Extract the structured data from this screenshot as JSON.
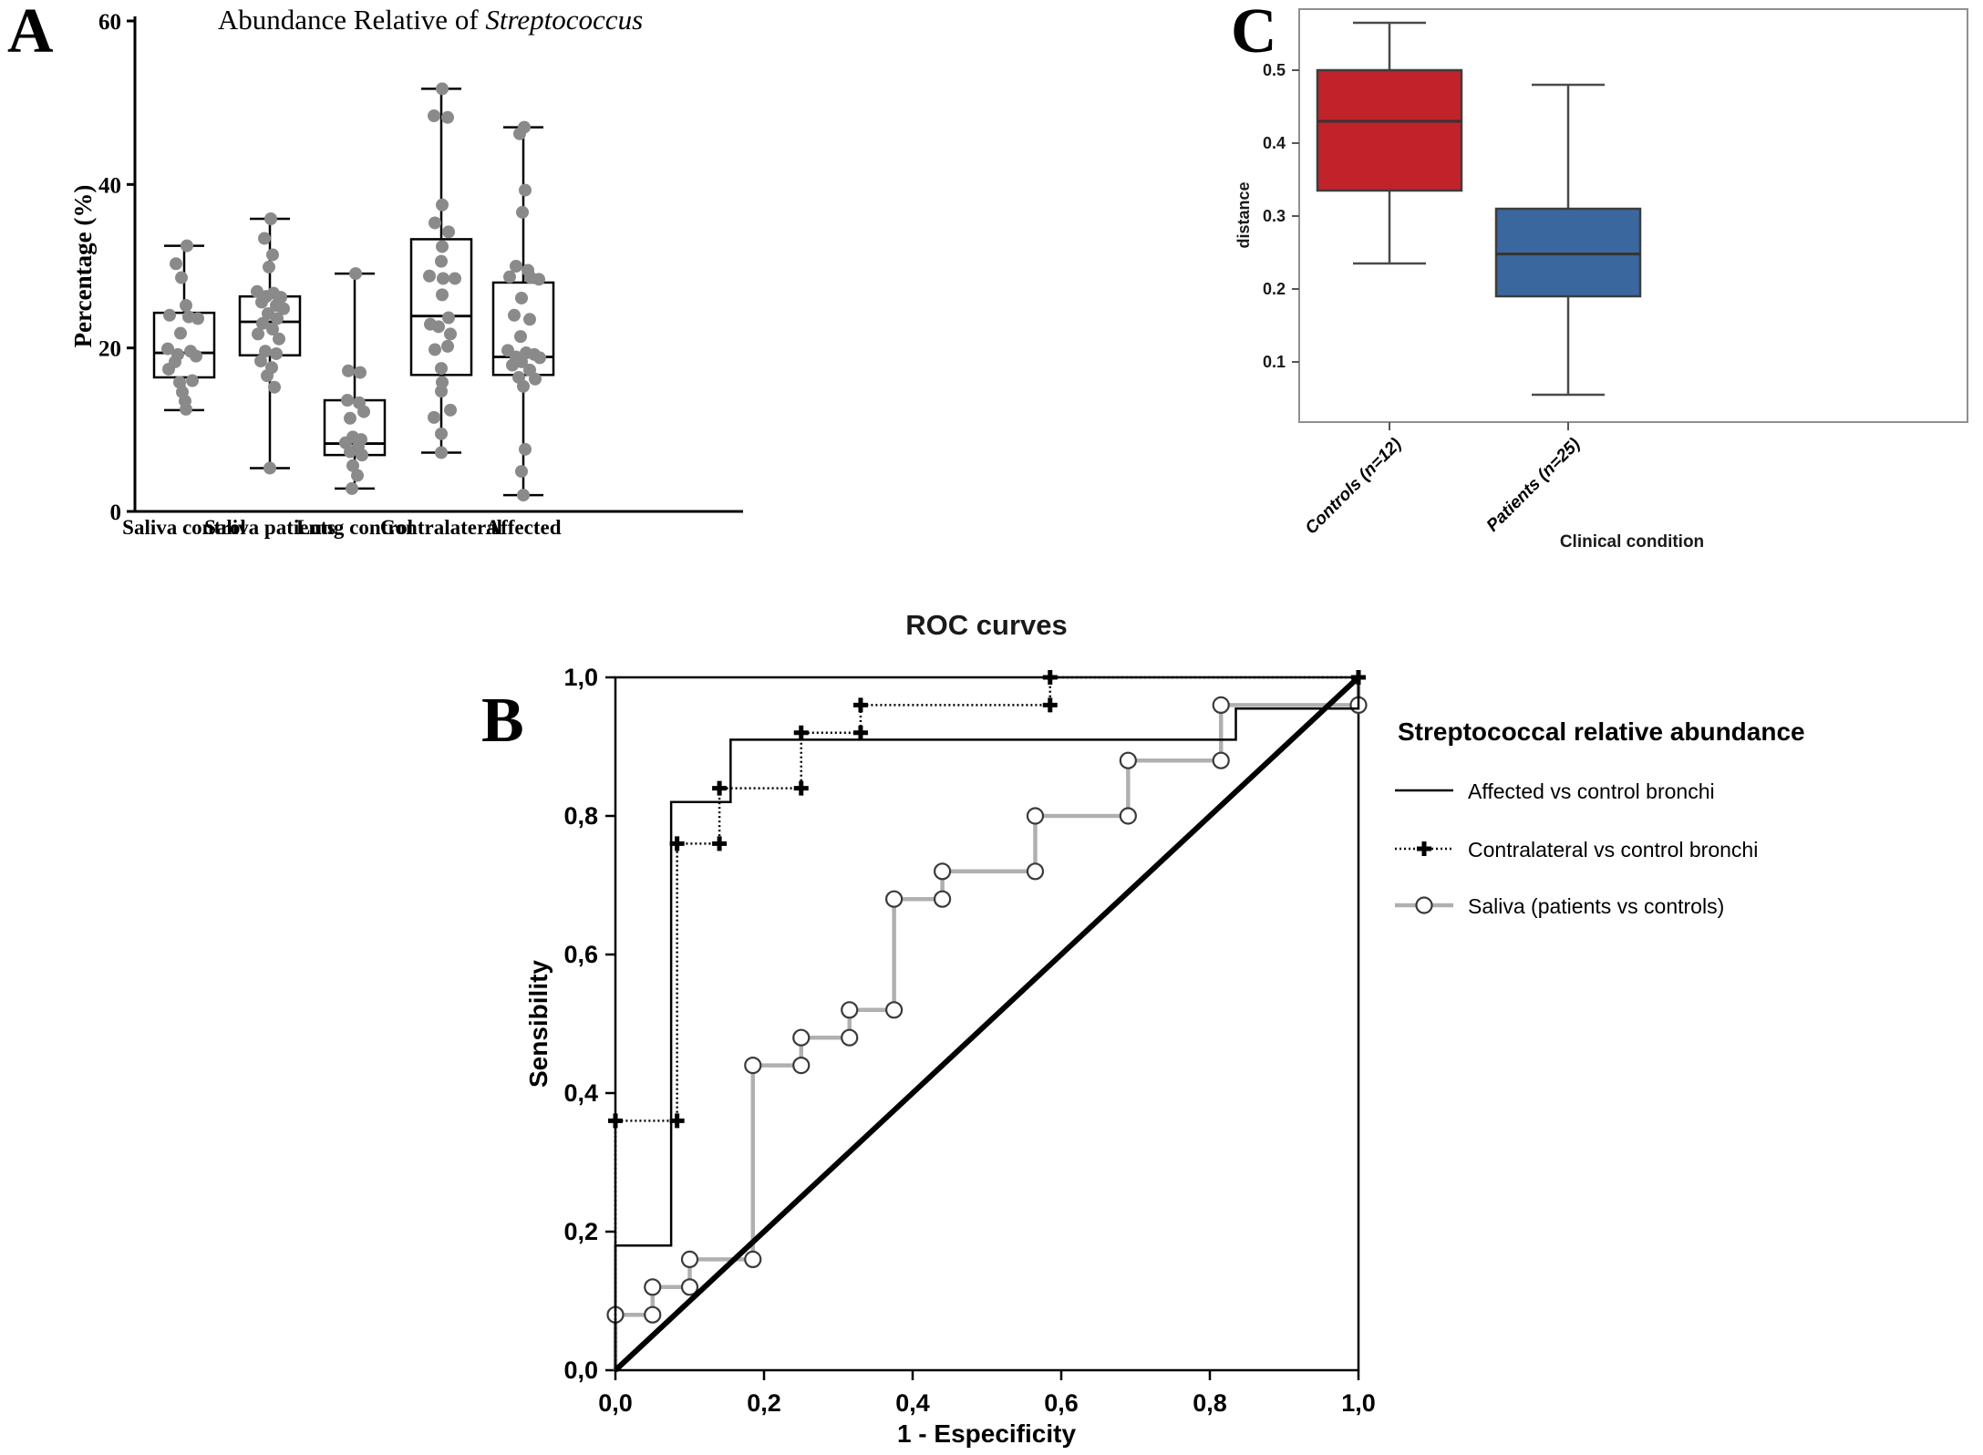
{
  "panels": {
    "a": {
      "label": "A"
    },
    "b": {
      "label": "B"
    },
    "c": {
      "label": "C"
    }
  },
  "chart_data": [
    {
      "id": "panel_a",
      "type": "boxplot-scatter",
      "title_prefix": "Abundance Relative of ",
      "title_italic": "Streptococcus",
      "ylabel": "Percentage (%)",
      "ylim": [
        0,
        60
      ],
      "yticks": [
        0,
        20,
        40,
        60
      ],
      "categories": [
        "Saliva control",
        "Saliva patients",
        "Lung control",
        "Contralateral",
        "Affected"
      ],
      "boxes": [
        {
          "whislo": 12.4,
          "q1": 16.4,
          "med": 19.4,
          "q3": 24.3,
          "whishi": 32.5
        },
        {
          "whislo": 5.3,
          "q1": 19.1,
          "med": 23.2,
          "q3": 26.3,
          "whishi": 35.8
        },
        {
          "whislo": 2.8,
          "q1": 6.9,
          "med": 8.3,
          "q3": 13.6,
          "whishi": 29.1
        },
        {
          "whislo": 7.2,
          "q1": 16.7,
          "med": 23.9,
          "q3": 33.3,
          "whishi": 51.7
        },
        {
          "whislo": 2.0,
          "q1": 16.7,
          "med": 18.9,
          "q3": 28.0,
          "whishi": 47.0
        }
      ],
      "points": [
        [
          [
            3,
            32.5
          ],
          [
            -9,
            30.3
          ],
          [
            -3,
            28.6
          ],
          [
            2,
            25.2
          ],
          [
            -16,
            24.0
          ],
          [
            5,
            23.8
          ],
          [
            15,
            23.6
          ],
          [
            -4,
            21.8
          ],
          [
            -18,
            19.9
          ],
          [
            7,
            19.6
          ],
          [
            -7,
            19.2
          ],
          [
            13,
            19.0
          ],
          [
            -10,
            18.3
          ],
          [
            -17,
            17.4
          ],
          [
            9,
            16.0
          ],
          [
            -5,
            15.8
          ],
          [
            -2,
            14.6
          ],
          [
            1,
            13.5
          ],
          [
            2,
            12.5
          ]
        ],
        [
          [
            1,
            35.8
          ],
          [
            -6,
            33.4
          ],
          [
            3,
            31.4
          ],
          [
            -1,
            29.9
          ],
          [
            -14,
            26.9
          ],
          [
            4,
            26.7
          ],
          [
            -4,
            26.3
          ],
          [
            12,
            26.2
          ],
          [
            -9,
            25.6
          ],
          [
            7,
            25.2
          ],
          [
            15,
            24.8
          ],
          [
            -2,
            24.2
          ],
          [
            8,
            23.6
          ],
          [
            -8,
            23.0
          ],
          [
            3,
            22.3
          ],
          [
            -13,
            21.7
          ],
          [
            10,
            21.1
          ],
          [
            -5,
            19.6
          ],
          [
            7,
            19.3
          ],
          [
            -10,
            18.4
          ],
          [
            2,
            17.6
          ],
          [
            -3,
            16.6
          ],
          [
            5,
            15.2
          ],
          [
            0,
            5.3
          ]
        ],
        [
          [
            1,
            29.1
          ],
          [
            -7,
            17.2
          ],
          [
            6,
            17.0
          ],
          [
            -8,
            13.6
          ],
          [
            5,
            13.3
          ],
          [
            10,
            12.2
          ],
          [
            -5,
            11.4
          ],
          [
            -2,
            9.1
          ],
          [
            7,
            8.8
          ],
          [
            -10,
            8.4
          ],
          [
            4,
            7.9
          ],
          [
            -5,
            7.3
          ],
          [
            8,
            6.9
          ],
          [
            -2,
            5.6
          ],
          [
            3,
            4.4
          ],
          [
            -3,
            2.8
          ]
        ],
        [
          [
            1,
            51.7
          ],
          [
            -8,
            48.4
          ],
          [
            7,
            48.2
          ],
          [
            1,
            37.5
          ],
          [
            -7,
            35.3
          ],
          [
            8,
            34.2
          ],
          [
            1,
            32.4
          ],
          [
            0,
            30.6
          ],
          [
            -13,
            28.8
          ],
          [
            2,
            28.5
          ],
          [
            15,
            28.5
          ],
          [
            1,
            26.5
          ],
          [
            8,
            23.7
          ],
          [
            -12,
            22.9
          ],
          [
            -3,
            22.6
          ],
          [
            10,
            21.7
          ],
          [
            7,
            20.2
          ],
          [
            -7,
            19.8
          ],
          [
            0,
            17.5
          ],
          [
            1,
            15.8
          ],
          [
            0,
            14.7
          ],
          [
            10,
            12.4
          ],
          [
            -8,
            11.5
          ],
          [
            0,
            9.5
          ],
          [
            0,
            7.2
          ]
        ],
        [
          [
            1,
            47.0
          ],
          [
            -4,
            46.2
          ],
          [
            2,
            39.3
          ],
          [
            -1,
            36.6
          ],
          [
            -8,
            30.0
          ],
          [
            5,
            29.5
          ],
          [
            -15,
            28.7
          ],
          [
            8,
            28.6
          ],
          [
            17,
            28.4
          ],
          [
            -2,
            26.1
          ],
          [
            -10,
            24.0
          ],
          [
            7,
            23.5
          ],
          [
            -3,
            21.4
          ],
          [
            -17,
            19.7
          ],
          [
            3,
            19.4
          ],
          [
            12,
            19.2
          ],
          [
            -8,
            18.9
          ],
          [
            18,
            18.8
          ],
          [
            -2,
            18.3
          ],
          [
            -12,
            17.9
          ],
          [
            7,
            17.3
          ],
          [
            -5,
            16.4
          ],
          [
            13,
            16.2
          ],
          [
            0,
            15.3
          ],
          [
            2,
            7.6
          ],
          [
            -2,
            4.9
          ],
          [
            0,
            2.0
          ]
        ]
      ]
    },
    {
      "id": "panel_b",
      "type": "line",
      "title": "ROC curves",
      "xlabel": "1 - Especificity",
      "ylabel": "Sensibility",
      "xlim": [
        0,
        1
      ],
      "ylim": [
        0,
        1
      ],
      "xtick_labels": [
        "0,0",
        "0,2",
        "0,4",
        "0,6",
        "0,8",
        "1,0"
      ],
      "ytick_labels": [
        "0,0",
        "0,2",
        "0,4",
        "0,6",
        "0,8",
        "1,0"
      ],
      "legend_title": "Streptococcal relative abundance",
      "diagonal": [
        [
          0,
          0
        ],
        [
          1,
          1
        ]
      ],
      "series": [
        {
          "name": "Affected vs control bronchi",
          "style": "solid-black",
          "points": [
            [
              0,
              0
            ],
            [
              0,
              0.18
            ],
            [
              0.075,
              0.18
            ],
            [
              0.075,
              0.82
            ],
            [
              0.155,
              0.82
            ],
            [
              0.155,
              0.91
            ],
            [
              0.835,
              0.91
            ],
            [
              0.835,
              0.955
            ],
            [
              1,
              0.955
            ],
            [
              1,
              1
            ]
          ]
        },
        {
          "name": "Contralateral vs control bronchi",
          "style": "dotted-plus",
          "points": [
            [
              0,
              0
            ],
            [
              0,
              0.36
            ],
            [
              0.083,
              0.36
            ],
            [
              0.083,
              0.76
            ],
            [
              0.14,
              0.76
            ],
            [
              0.14,
              0.84
            ],
            [
              0.25,
              0.84
            ],
            [
              0.25,
              0.92
            ],
            [
              0.33,
              0.92
            ],
            [
              0.33,
              0.96
            ],
            [
              0.585,
              0.96
            ],
            [
              0.585,
              1
            ],
            [
              1,
              1
            ]
          ]
        },
        {
          "name": "Saliva (patients vs controls)",
          "style": "gray-circle",
          "points": [
            [
              0,
              0
            ],
            [
              0,
              0.08
            ],
            [
              0.05,
              0.08
            ],
            [
              0.05,
              0.12
            ],
            [
              0.1,
              0.12
            ],
            [
              0.1,
              0.16
            ],
            [
              0.185,
              0.16
            ],
            [
              0.185,
              0.44
            ],
            [
              0.25,
              0.44
            ],
            [
              0.25,
              0.48
            ],
            [
              0.315,
              0.48
            ],
            [
              0.315,
              0.52
            ],
            [
              0.375,
              0.52
            ],
            [
              0.375,
              0.68
            ],
            [
              0.44,
              0.68
            ],
            [
              0.44,
              0.72
            ],
            [
              0.565,
              0.72
            ],
            [
              0.565,
              0.8
            ],
            [
              0.69,
              0.8
            ],
            [
              0.69,
              0.88
            ],
            [
              0.815,
              0.88
            ],
            [
              0.815,
              0.96
            ],
            [
              1,
              0.96
            ],
            [
              1,
              1
            ]
          ]
        }
      ]
    },
    {
      "id": "panel_c",
      "type": "boxplot",
      "ylabel": "distance",
      "xlabel": "Clinical condition",
      "yticks": [
        0.1,
        0.2,
        0.3,
        0.4,
        0.5
      ],
      "categories": [
        "Controls (n=12)",
        "Patients (n=25)"
      ],
      "boxes": [
        {
          "whislo": 0.235,
          "q1": 0.335,
          "med": 0.43,
          "q3": 0.5,
          "whishi": 0.565,
          "fill": "#c2232a"
        },
        {
          "whislo": 0.055,
          "q1": 0.19,
          "med": 0.248,
          "q3": 0.31,
          "whishi": 0.48,
          "fill": "#3a689e"
        }
      ],
      "colors": {
        "box_stroke": "#3d3d3d",
        "whisker": "#4a4a4a",
        "frame": "#909090"
      }
    }
  ]
}
